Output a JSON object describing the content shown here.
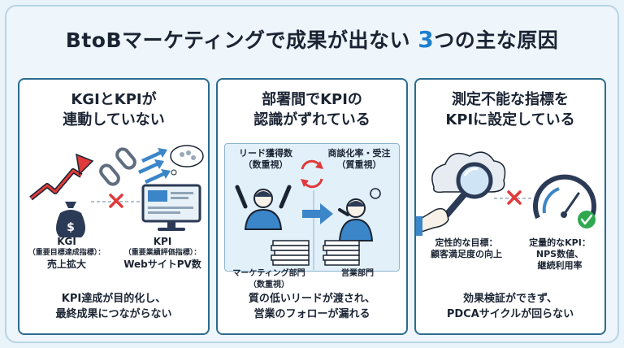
{
  "title": {
    "prefix": "BtoBマーケティングで成果が出ない ",
    "number": "3",
    "suffix": "つの主な原因"
  },
  "panels": [
    {
      "title_line1": "KGIとKPIが",
      "title_line2": "連動していない",
      "left_label": {
        "main": "KGI",
        "sub": "（重要目標達成指標）：",
        "value": "売上拡大"
      },
      "right_label": {
        "main": "KPI",
        "sub": "（重要業績評価指標）：",
        "value": "WebサイトPV数"
      },
      "footer_line1": "KPI達成が目的化し、",
      "footer_line2": "最終成果につながらない"
    },
    {
      "title_line1": "部署間でKPIの",
      "title_line2": "認識がずれている",
      "left_top_1": "リード獲得数",
      "left_top_2": "（数重視）",
      "right_top_1": "商談化率・受注",
      "right_top_2": "（質重視）",
      "left_dept_1": "マーケティング部門",
      "left_dept_2": "（数重視）",
      "right_dept": "営業部門",
      "footer_line1": "質の低いリードが渡され、",
      "footer_line2": "営業のフォローが漏れる"
    },
    {
      "title_line1": "測定不能な指標を",
      "title_line2": "KPIに設定している",
      "left_label_1": "定性的な目標：",
      "left_label_2": "顧客満足度の向上",
      "right_label_1": "定量的なKPI：",
      "right_label_2": "NPS数値、",
      "right_label_3": "継続利用率",
      "footer_line1": "効果検証ができず、",
      "footer_line2": "PDCAサイクルが回らない"
    }
  ],
  "icons": [
    "money-bag-icon",
    "growth-arrow-icon",
    "broken-chain-icon",
    "computer-monitor-icon",
    "thought-cloud-icon",
    "cross-mark-icon",
    "cycle-arrows-icon",
    "right-arrow-icon",
    "magnifier-icon",
    "speedometer-icon",
    "check-icon"
  ],
  "colors": {
    "accent": "#1d7fd0",
    "panel_border": "#2b6b8f",
    "cross": "#e03a3a",
    "check": "#2fa84f",
    "icon_blue": "#3b86c8"
  }
}
